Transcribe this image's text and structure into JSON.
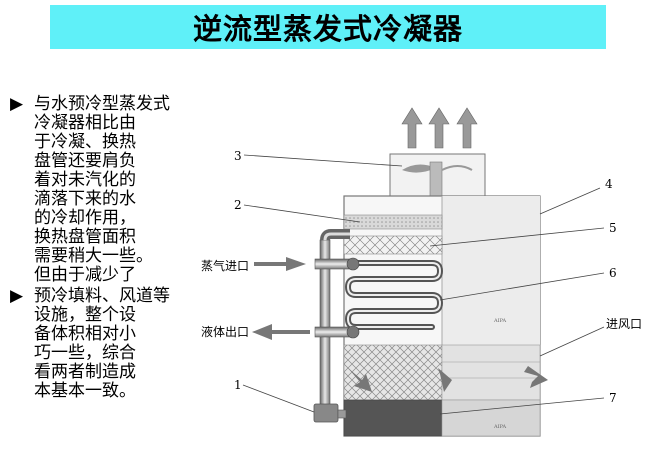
{
  "title": "逆流型蒸发式冷凝器",
  "bullets": [
    {
      "mark": "▶",
      "lines": [
        "与水预冷型蒸发式",
        "冷凝器相比由",
        "于冷凝、换热",
        "盘管还要肩负",
        "着对未汽化的",
        "滴落下来的水",
        "的冷却作用，",
        "换热盘管面积",
        "需要稍大一些。",
        "但由于减少了"
      ]
    },
    {
      "mark": "▶",
      "lines": [
        "预冷填料、风道等",
        "设施，整个设",
        "备体积相对小",
        "巧一些，综合",
        "看两者制造成",
        "本基本一致。"
      ]
    }
  ],
  "diagram": {
    "callouts": [
      "3",
      "2",
      "4",
      "5",
      "6",
      "1",
      "7"
    ],
    "labels": {
      "steam_inlet": "蒸气进口",
      "liquid_outlet": "液体出口",
      "air_inlet": "进风口"
    }
  }
}
